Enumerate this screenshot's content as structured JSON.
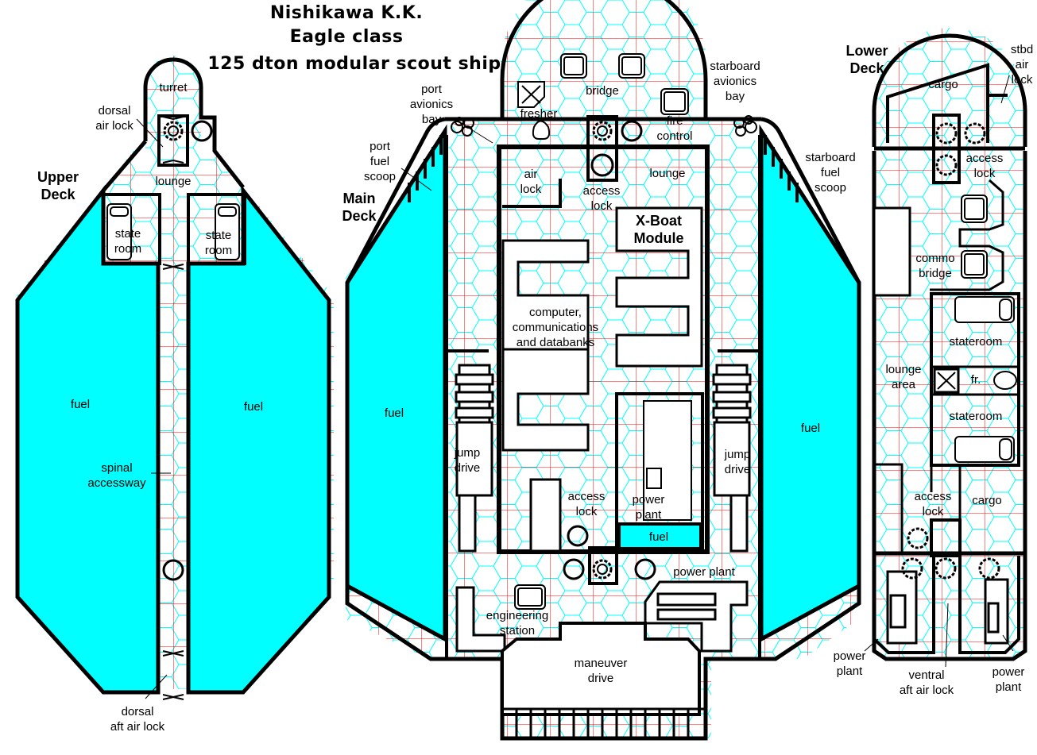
{
  "title": {
    "line1": "Nishikawa K.K.",
    "line2": "Eagle class",
    "line3": "125 dton modular scout ship"
  },
  "colors": {
    "fuel": "#00ffff",
    "grid": "#ff0000",
    "hex": "#00ffff",
    "wall": "#000000",
    "background": "#ffffff"
  },
  "upper_deck": {
    "name": "Upper\nDeck",
    "turret": "turret",
    "dorsal_air_lock": "dorsal\nair lock",
    "lounge": "lounge",
    "stateroom_left": "state\nroom",
    "stateroom_right": "state\nroom",
    "fuel_left": "fuel",
    "fuel_right": "fuel",
    "spinal_accessway": "spinal\naccessway",
    "dorsal_aft_air_lock": "dorsal\naft air lock"
  },
  "main_deck": {
    "name": "Main\nDeck",
    "port_avionics_bay": "port\navionics\nbay",
    "port_fuel_scoop": "port\nfuel\nscoop",
    "bridge": "bridge",
    "fresher": "fresher",
    "fire_control": "fire\ncontrol",
    "starboard_avionics_bay": "starboard\navionics\nbay",
    "starboard_fuel_scoop": "starboard\nfuel\nscoop",
    "air_lock": "air\nlock",
    "access_lock_fwd": "access\nlock",
    "lounge": "lounge",
    "xboat_module": "X-Boat\nModule",
    "computer": "computer,\ncommunications\nand databanks",
    "fuel_port": "fuel",
    "fuel_starboard": "fuel",
    "jump_drive_port": "jump\ndrive",
    "jump_drive_starboard": "jump\ndrive",
    "access_lock_aft": "access\nlock",
    "power_plant_module": "power\nplant",
    "fuel_module": "fuel",
    "power_plant": "power plant",
    "engineering_station": "engineering\nstation",
    "maneuver_drive": "maneuver\ndrive"
  },
  "lower_deck": {
    "name": "Lower\nDeck",
    "cargo_fwd": "cargo",
    "stbd_air_lock": "stbd\nair\nlock",
    "access_lock_fwd": "access\nlock",
    "commo_bridge": "commo\nbridge",
    "stateroom_1": "stateroom",
    "lounge_area": "lounge\narea",
    "fresher": "fr.",
    "stateroom_2": "stateroom",
    "access_lock_aft": "access\nlock",
    "cargo_aft": "cargo",
    "power_plant_port": "power\nplant",
    "ventral_aft_air_lock": "ventral\naft air lock",
    "power_plant_stbd": "power\nplant"
  }
}
